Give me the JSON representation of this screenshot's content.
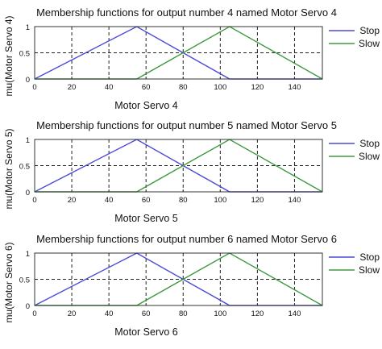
{
  "chart_data": [
    {
      "type": "line",
      "title": "Membership functions for output number 4 named Motor Servo 4",
      "xlabel": "Motor Servo 4",
      "ylabel": "mu(Motor Servo 4)",
      "xlim": [
        0,
        155
      ],
      "ylim": [
        0,
        1
      ],
      "xticks": [
        0,
        20,
        40,
        60,
        80,
        100,
        120,
        140
      ],
      "yticks": [
        0,
        0.5,
        1
      ],
      "ytick_labels": [
        "0",
        "0.5",
        "1"
      ],
      "grid": true,
      "legend_position": "right",
      "series": [
        {
          "name": "Stop",
          "color": "#4a4ad4",
          "x": [
            0,
            55,
            105,
            155
          ],
          "y": [
            0,
            1,
            0,
            0
          ]
        },
        {
          "name": "Slow",
          "color": "#3f9a3f",
          "x": [
            0,
            55,
            105,
            155
          ],
          "y": [
            0,
            0,
            1,
            0
          ]
        }
      ]
    },
    {
      "type": "line",
      "title": "Membership functions for output number 5 named Motor Servo 5",
      "xlabel": "Motor Servo 5",
      "ylabel": "mu(Motor Servo 5)",
      "xlim": [
        0,
        155
      ],
      "ylim": [
        0,
        1
      ],
      "xticks": [
        0,
        20,
        40,
        60,
        80,
        100,
        120,
        140
      ],
      "yticks": [
        0,
        0.5,
        1
      ],
      "ytick_labels": [
        "0",
        "0.5",
        "1"
      ],
      "grid": true,
      "legend_position": "right",
      "series": [
        {
          "name": "Stop",
          "color": "#4a4ad4",
          "x": [
            0,
            55,
            105,
            155
          ],
          "y": [
            0,
            1,
            0,
            0
          ]
        },
        {
          "name": "Slow",
          "color": "#3f9a3f",
          "x": [
            0,
            55,
            105,
            155
          ],
          "y": [
            0,
            0,
            1,
            0
          ]
        }
      ]
    },
    {
      "type": "line",
      "title": "Membership functions for output number 6 named Motor Servo 6",
      "xlabel": "Motor Servo 6",
      "ylabel": "mu(Motor Servo 6)",
      "xlim": [
        0,
        155
      ],
      "ylim": [
        0,
        1
      ],
      "xticks": [
        0,
        20,
        40,
        60,
        80,
        100,
        120,
        140
      ],
      "yticks": [
        0,
        0.5,
        1
      ],
      "ytick_labels": [
        "0",
        "0.5",
        "1"
      ],
      "grid": true,
      "legend_position": "right",
      "series": [
        {
          "name": "Stop",
          "color": "#4a4ad4",
          "x": [
            0,
            55,
            105,
            155
          ],
          "y": [
            0,
            1,
            0,
            0
          ]
        },
        {
          "name": "Slow",
          "color": "#3f9a3f",
          "x": [
            0,
            55,
            105,
            155
          ],
          "y": [
            0,
            0,
            1,
            0
          ]
        }
      ]
    }
  ]
}
